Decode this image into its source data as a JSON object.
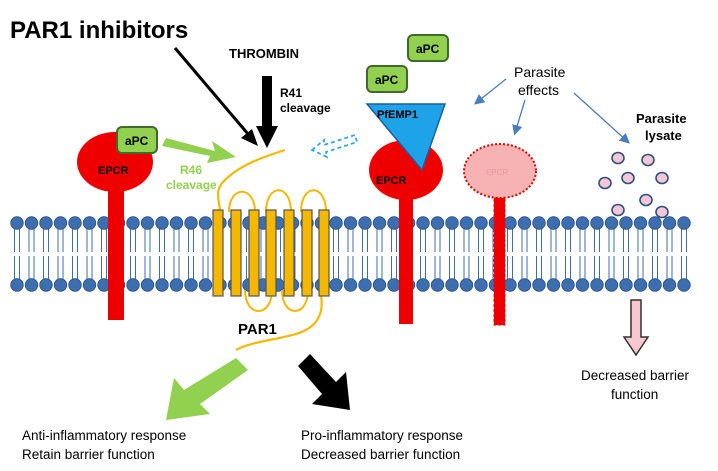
{
  "title": "PAR1 inhibitors",
  "labels": {
    "thrombin": "THROMBIN",
    "r41_line1": "R41",
    "r41_line2": "cleavage",
    "r46_line1": "R46",
    "r46_line2": "cleavage",
    "apc": "aPC",
    "epcr": "EPCR",
    "pfemp1": "PfEMP1",
    "parasite_effects_line1": "Parasite",
    "parasite_effects_line2": "effects",
    "parasite_lysate_line1": "Parasite",
    "parasite_lysate_line2": "lysate",
    "par1": "PAR1",
    "faded_epcr": "EPCR"
  },
  "outcomes": {
    "left_line1": "Anti-inflammatory response",
    "left_line2": "Retain barrier function",
    "middle_line1": "Pro-inflammatory response",
    "middle_line2": "Decreased barrier function",
    "right_line1": "Decreased barrier",
    "right_line2": "function"
  },
  "colors": {
    "epcr_red": "#ee0000",
    "apc_green_fill": "#92d050",
    "apc_green_border": "#3e6b2b",
    "par1_gold": "#f5b800",
    "pfemp1_blue": "#1fa3e8",
    "membrane_blue": "#3d6fb0",
    "r46_green": "#92d050",
    "faded_epcr": "#f7b3b3",
    "lysate_pink": "#f4c7d6"
  }
}
